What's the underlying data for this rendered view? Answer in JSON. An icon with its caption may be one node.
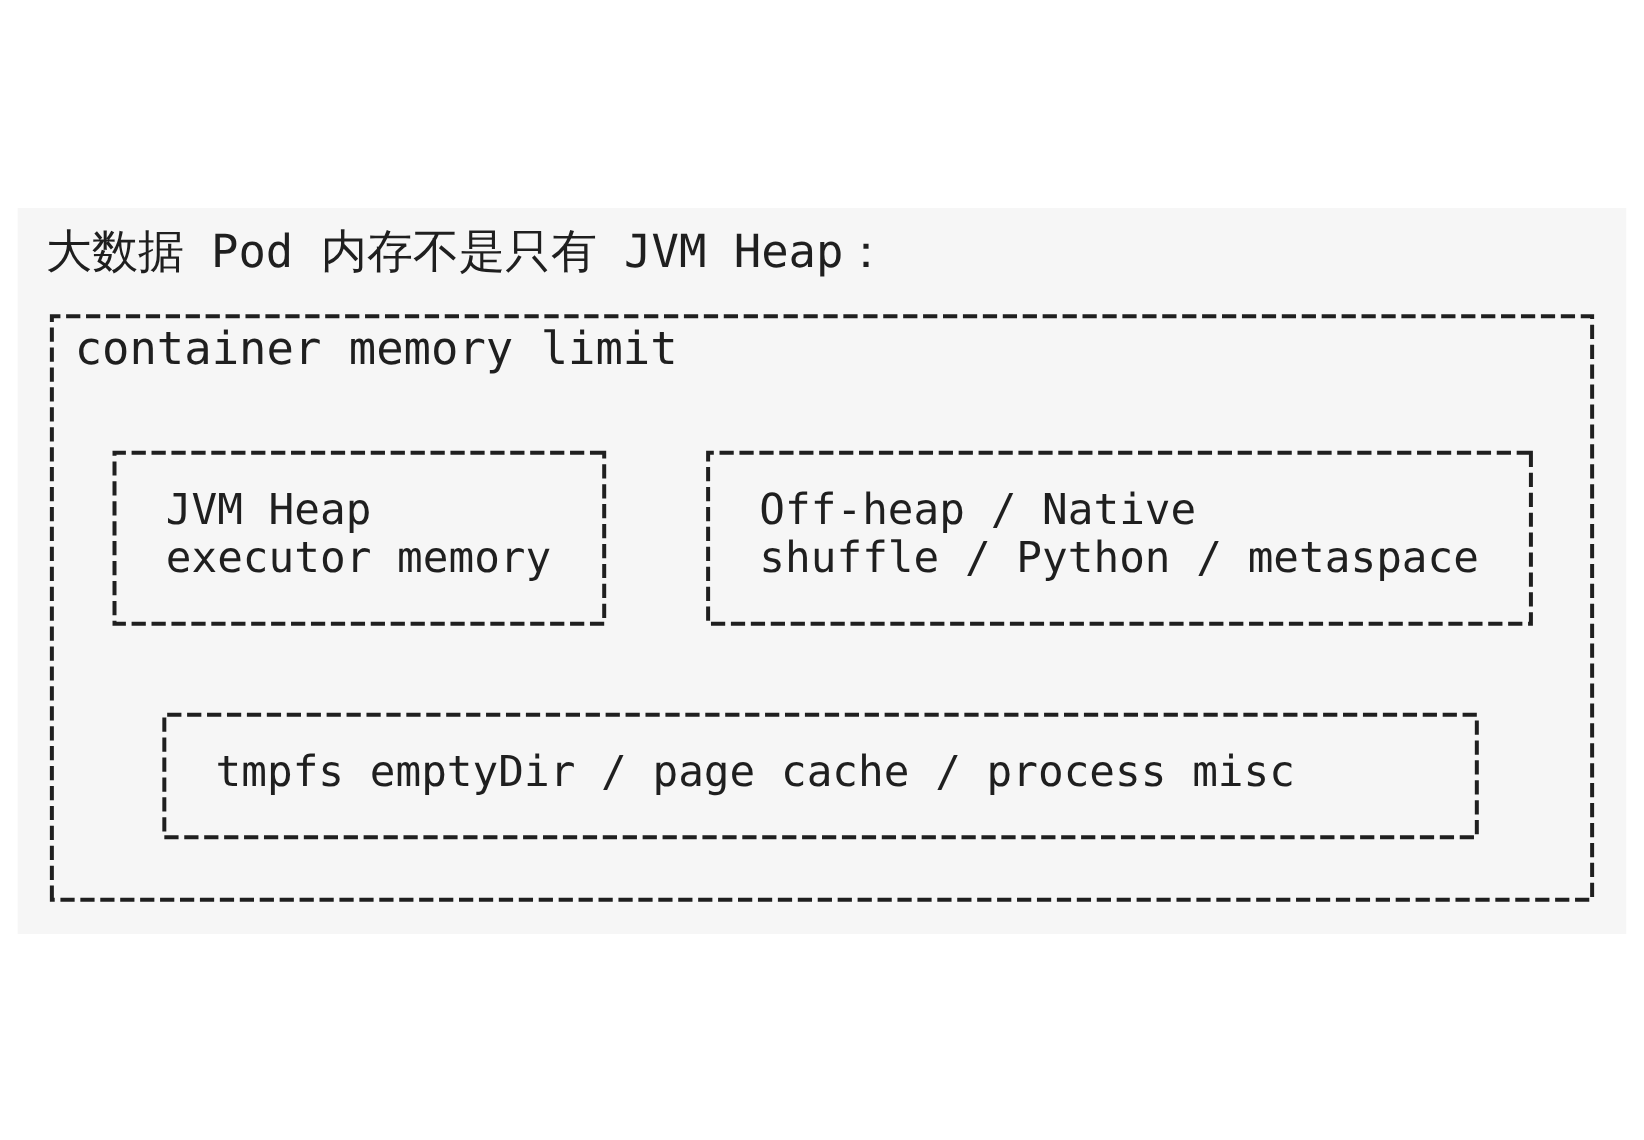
{
  "diagram": {
    "title": "大数据 Pod 内存不是只有 JVM Heap：",
    "nodes": [
      {
        "text": [
          "container memory limit"
        ]
      },
      {
        "text": [
          "JVM Heap",
          "executor memory"
        ],
        "in": 0
      },
      {
        "text": [
          "Off-heap / Native",
          "shuffle / Python / metaspace"
        ],
        "in": 0
      },
      {
        "text": [
          "tmpfs emptyDir / page cache / process misc"
        ],
        "in": 0
      }
    ],
    "edges": []
  }
}
